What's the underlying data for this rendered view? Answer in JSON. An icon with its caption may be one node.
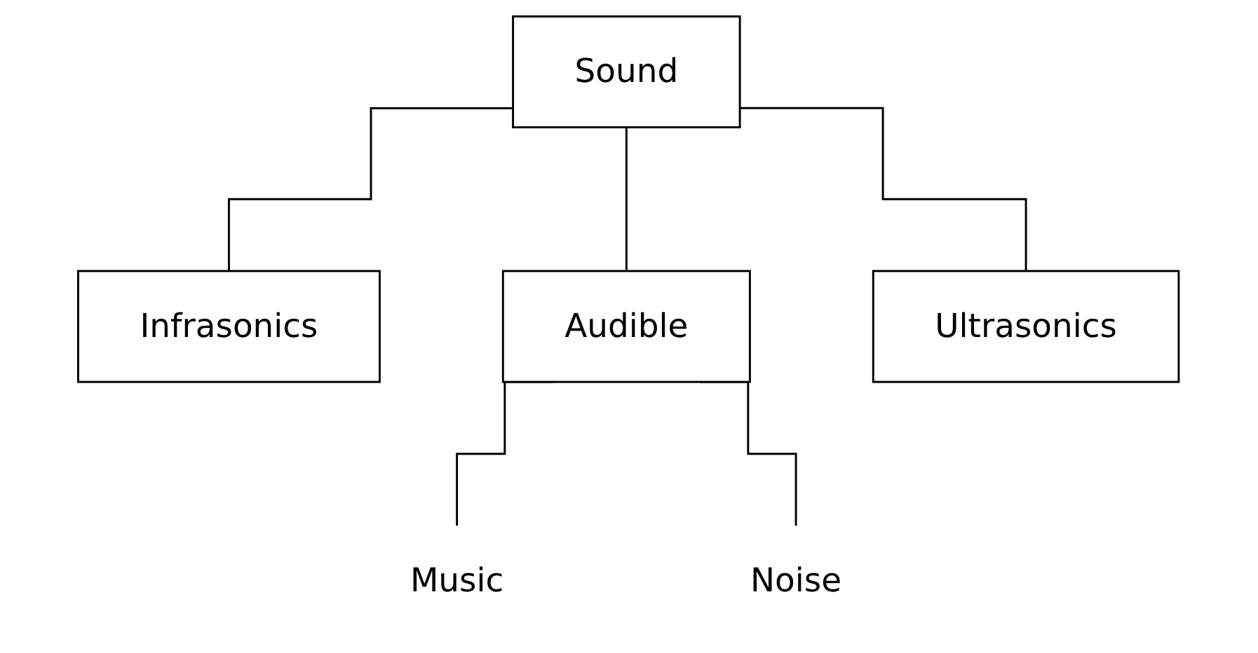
{
  "diagram": {
    "nodes": [
      {
        "text": [
          "Sound"
        ]
      },
      {
        "text": [
          "Infrasonics"
        ]
      },
      {
        "text": [
          "Audible"
        ]
      },
      {
        "text": [
          "Ultrasonics"
        ]
      },
      {
        "text": [
          "Music"
        ]
      },
      {
        "text": [
          "Noise"
        ]
      }
    ],
    "edges": [
      {
        "from": 0,
        "to": 1,
        "arrow": "none"
      },
      {
        "from": 0,
        "to": 2,
        "arrow": "none"
      },
      {
        "from": 0,
        "to": 3,
        "arrow": "none"
      },
      {
        "from": 2,
        "to": 4,
        "arrow": "none"
      },
      {
        "from": 2,
        "to": 5,
        "arrow": "none"
      }
    ]
  }
}
